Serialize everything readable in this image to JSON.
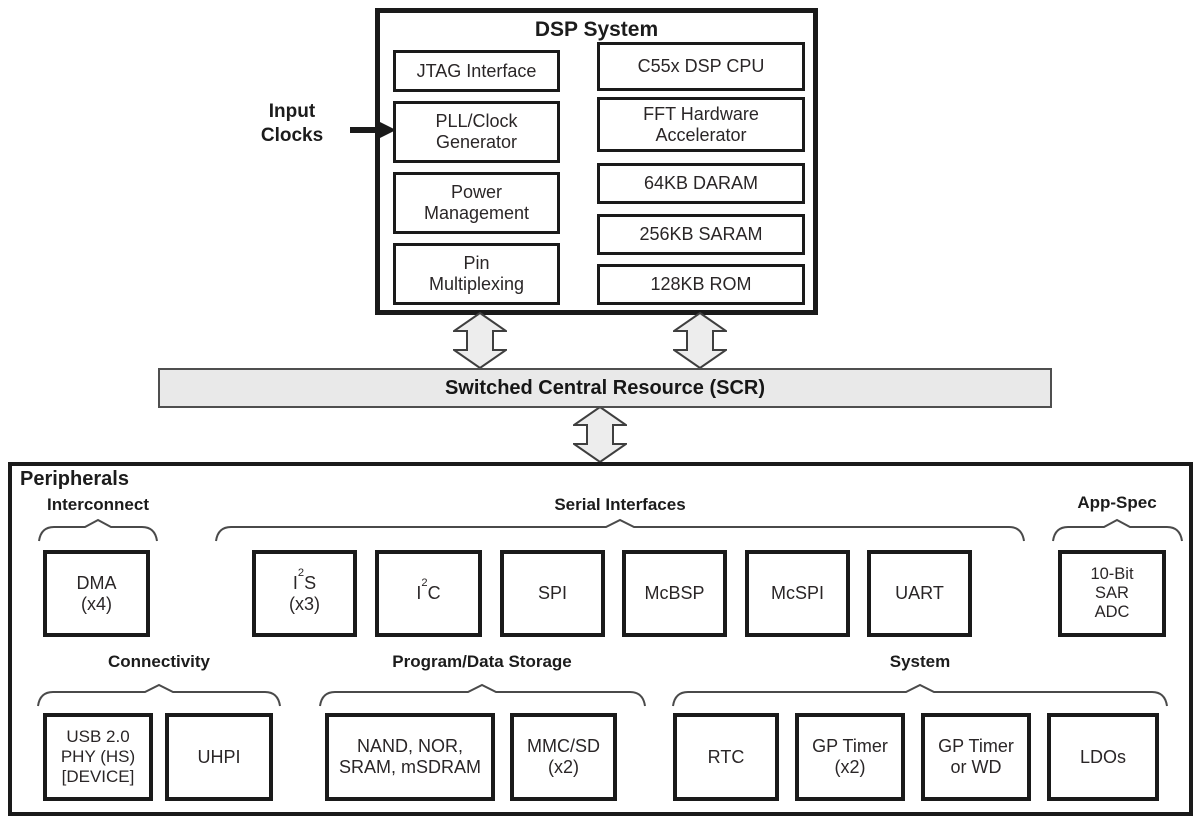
{
  "colors": {
    "box_border": "#1a1a1a",
    "scr_fill": "#e9e9e9",
    "arrow_fill": "#ededed",
    "arrow_stroke": "#3f3f3f",
    "text": "#2a2627"
  },
  "dsp_system": {
    "title": "DSP System",
    "input_clocks": "Input\nClocks",
    "left_column": [
      "JTAG Interface",
      "PLL/Clock\nGenerator",
      "Power\nManagement",
      "Pin\nMultiplexing"
    ],
    "right_column": [
      "C55x DSP CPU",
      "FFT Hardware\nAccelerator",
      "64KB DARAM",
      "256KB SARAM",
      "128KB ROM"
    ]
  },
  "scr": {
    "label": "Switched Central Resource (SCR)"
  },
  "peripherals": {
    "title": "Peripherals",
    "interconnect": {
      "label": "Interconnect",
      "dma": "DMA\n(x4)"
    },
    "serial": {
      "label": "Serial Interfaces",
      "i2s": {
        "pre": "I",
        "sup": "2",
        "post": "S",
        "qty": "(x3)"
      },
      "i2c": {
        "pre": "I",
        "sup": "2",
        "post": "C"
      },
      "spi": "SPI",
      "mcbsp": "McBSP",
      "mcspi": "McSPI",
      "uart": "UART"
    },
    "app_spec": {
      "label": "App-Spec",
      "adc": "10-Bit\nSAR\nADC"
    },
    "connectivity": {
      "label": "Connectivity",
      "usb": "USB 2.0\nPHY (HS)\n[DEVICE]",
      "uhpi": "UHPI"
    },
    "storage": {
      "label": "Program/Data Storage",
      "nand": "NAND, NOR,\nSRAM, mSDRAM",
      "mmcsd": "MMC/SD\n(x2)"
    },
    "system": {
      "label": "System",
      "rtc": "RTC",
      "gp_timer": "GP Timer\n(x2)",
      "gp_timer_wd": "GP Timer\nor WD",
      "ldos": "LDOs"
    }
  }
}
